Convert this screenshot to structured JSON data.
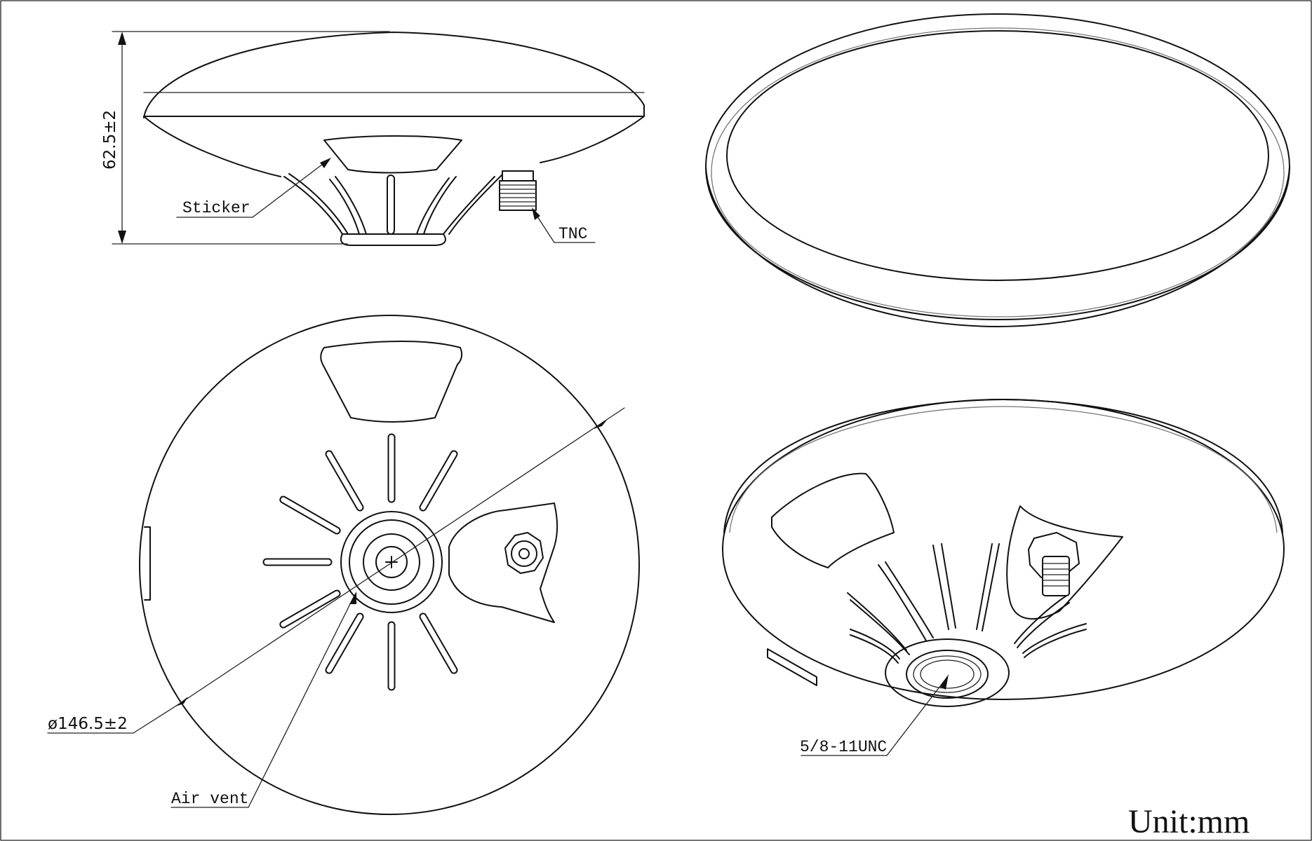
{
  "labels": {
    "height_dim": "62.5±2",
    "sticker": "Sticker",
    "tnc": "TNC",
    "diameter_dim": "ø146.5±2",
    "air_vent": "Air vent",
    "thread": "5/8-11UNC",
    "unit": "Unit:mm"
  }
}
